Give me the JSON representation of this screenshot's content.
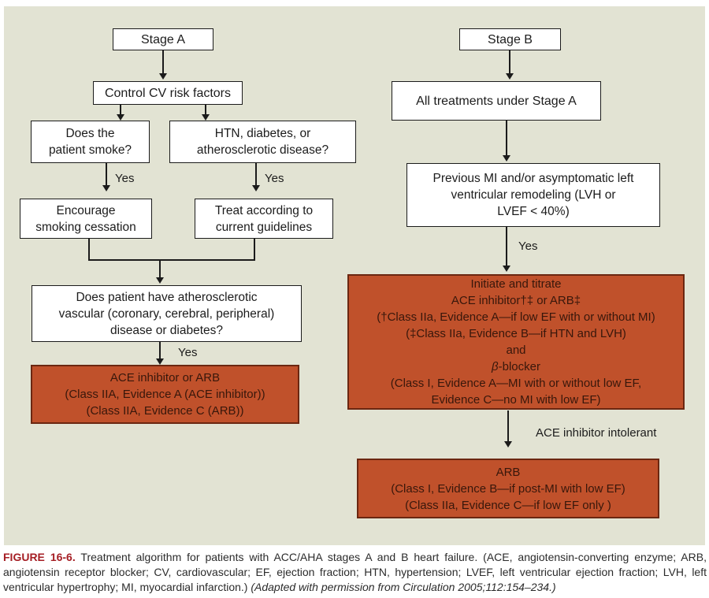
{
  "colors": {
    "panel_background": "#e2e3d3",
    "red_box_background": "#c0512b",
    "red_box_border": "#6b2711",
    "figure_label_red": "#a51e24"
  },
  "diagram": {
    "left": {
      "stage_label": "Stage A",
      "control_label": "Control CV risk factors",
      "smoke_lines": [
        "Does the",
        "patient smoke?"
      ],
      "htn_lines": [
        "HTN, diabetes, or",
        "atherosclerotic disease?"
      ],
      "yes_smoke": "Yes",
      "yes_htn": "Yes",
      "encourage_lines": [
        "Encourage",
        "smoking cessation"
      ],
      "treat_lines": [
        "Treat according to",
        "current guidelines"
      ],
      "athero_lines": [
        "Does patient have atherosclerotic",
        "vascular (coronary, cerebral, peripheral)",
        "disease or diabetes?"
      ],
      "yes_athero": "Yes",
      "ace_lines": [
        "ACE inhibitor or ARB",
        "(Class IIA, Evidence A (ACE inhibitor))",
        "(Class IIA, Evidence C (ARB))"
      ]
    },
    "right": {
      "stage_label": "Stage B",
      "all_treatments_label": "All treatments under Stage A",
      "previous_mi_lines": [
        "Previous MI and/or asymptomatic left",
        "ventricular remodeling (LVH or",
        "LVEF < 40%)"
      ],
      "yes_mi": "Yes",
      "initiate_lines_top": [
        "Initiate and titrate",
        "ACE inhibitor†‡ or ARB‡",
        "(†Class IIa, Evidence A—if low EF with or without MI)",
        "(‡Class IIa, Evidence B—if HTN and LVH)",
        "and"
      ],
      "beta_symbol": "β",
      "beta_rest": "-blocker",
      "initiate_lines_bottom": [
        "(Class I, Evidence A—MI with or without low EF,",
        "Evidence C—no MI with low EF)"
      ],
      "intolerant_label": "ACE inhibitor intolerant",
      "arb_lines": [
        "ARB",
        "(Class I, Evidence B—if post-MI with low EF)",
        "(Class IIa, Evidence C—if low EF only )"
      ]
    }
  },
  "caption": {
    "figure_label": "FIGURE 16-6.",
    "body": " Treatment algorithm for patients with ACC/AHA stages A and B heart failure. (ACE, angiotensin-converting enzyme; ARB, angiotensin receptor blocker; CV, cardiovascular; EF, ejection fraction; HTN, hypertension; LVEF, left ventricular ejection fraction; LVH, left ventricular hypertrophy; MI, myocardial infarction.) ",
    "source": "(Adapted with permission from Circulation 2005;112:154–234.)"
  }
}
